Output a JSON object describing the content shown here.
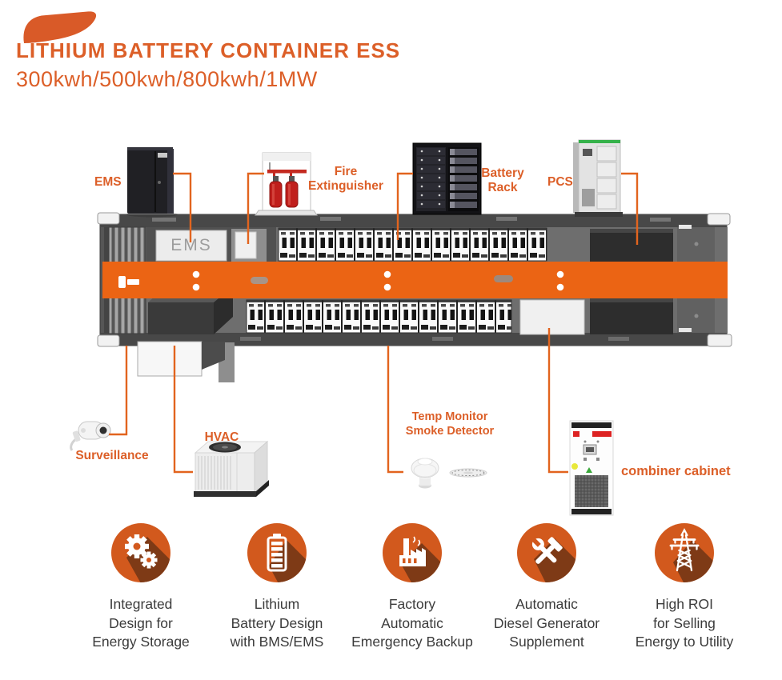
{
  "header": {
    "title": "LITHIUM BATTERY CONTAINER ESS",
    "subtitle": "300kwh/500kwh/800kwh/1MW"
  },
  "colors": {
    "accent_orange": "#DC5F28",
    "band_orange": "#EB6414",
    "leader_orange": "#E2641E",
    "icon_orange": "#D2591D",
    "icon_shadow": "#7E3A16",
    "feature_text": "#3B3B3B"
  },
  "callouts": {
    "ems": {
      "label": "EMS"
    },
    "fire_extinguisher": {
      "lines": [
        "Fire",
        "Extinguisher"
      ]
    },
    "battery_rack": {
      "lines": [
        "Battery",
        "Rack"
      ]
    },
    "pcs": {
      "label": "PCS"
    },
    "surveillance": {
      "label": "Surveillance"
    },
    "hvac": {
      "label": "HVAC"
    },
    "temp_smoke": {
      "lines": [
        "Temp Monitor",
        "Smoke Detector"
      ]
    },
    "combiner": {
      "label": "combiner cabinet"
    }
  },
  "container": {
    "ems_box_label": "EMS"
  },
  "features": [
    {
      "icon": "gears-icon",
      "lines": [
        "Integrated",
        "Design for",
        "Energy Storage"
      ]
    },
    {
      "icon": "battery-icon",
      "lines": [
        "Lithium",
        "Battery Design",
        "with BMS/EMS"
      ]
    },
    {
      "icon": "factory-icon",
      "lines": [
        "Factory",
        "Automatic",
        "Emergency Backup"
      ]
    },
    {
      "icon": "tools-icon",
      "lines": [
        "Automatic",
        "Diesel Generator",
        "Supplement"
      ]
    },
    {
      "icon": "power-tower-icon",
      "lines": [
        "High ROI",
        "for Selling",
        "Energy to Utility"
      ]
    }
  ]
}
